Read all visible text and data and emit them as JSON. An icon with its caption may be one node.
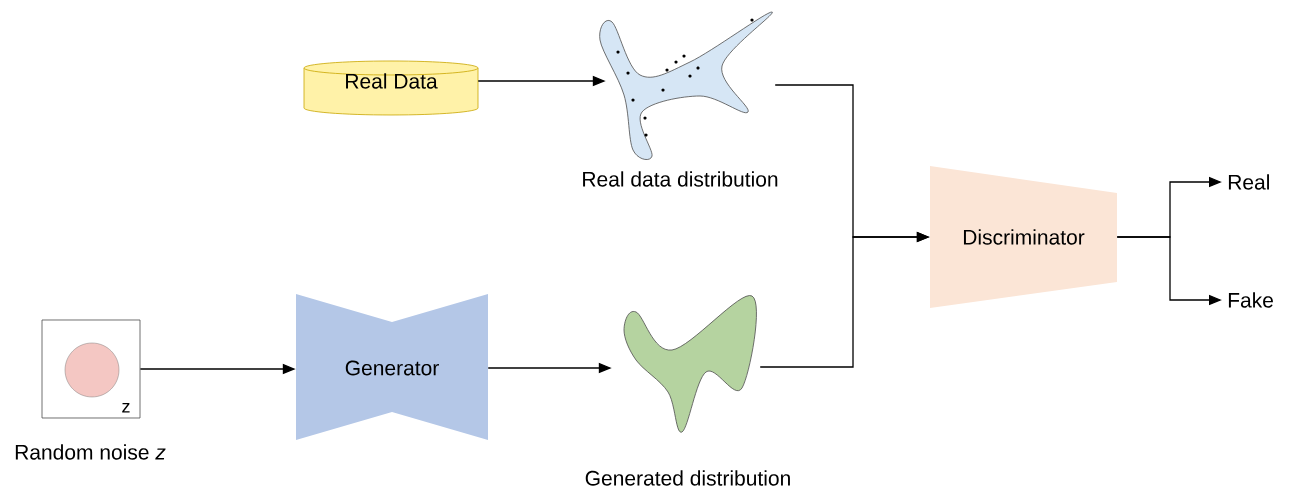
{
  "diagram": {
    "nodes": [
      {
        "text": [
          "z"
        ],
        "beside": [
          "Random noise *z*"
        ]
      },
      {
        "text": [
          "Generator"
        ]
      },
      {
        "text": [
          "Real Data"
        ]
      },
      {
        "text": [],
        "shape": "blob",
        "beside": [
          "Real data distribution"
        ]
      },
      {
        "text": [],
        "shape": "blob",
        "beside": [
          "Generated distribution"
        ]
      },
      {
        "text": [
          "Discriminator"
        ]
      },
      {
        "text": [
          "Real"
        ]
      },
      {
        "text": [
          "Fake"
        ]
      }
    ],
    "edges": [
      {
        "from": 0,
        "to": 1,
        "arrow": "to"
      },
      {
        "from": 1,
        "to": 4,
        "arrow": "to"
      },
      {
        "from": 2,
        "to": 3,
        "arrow": "to"
      },
      {
        "from": 3,
        "to": 5,
        "arrow": "to"
      },
      {
        "from": 4,
        "to": 5,
        "arrow": "to"
      },
      {
        "from": 5,
        "to": 6,
        "arrow": "to"
      },
      {
        "from": 5,
        "to": 7,
        "arrow": "to"
      }
    ]
  }
}
